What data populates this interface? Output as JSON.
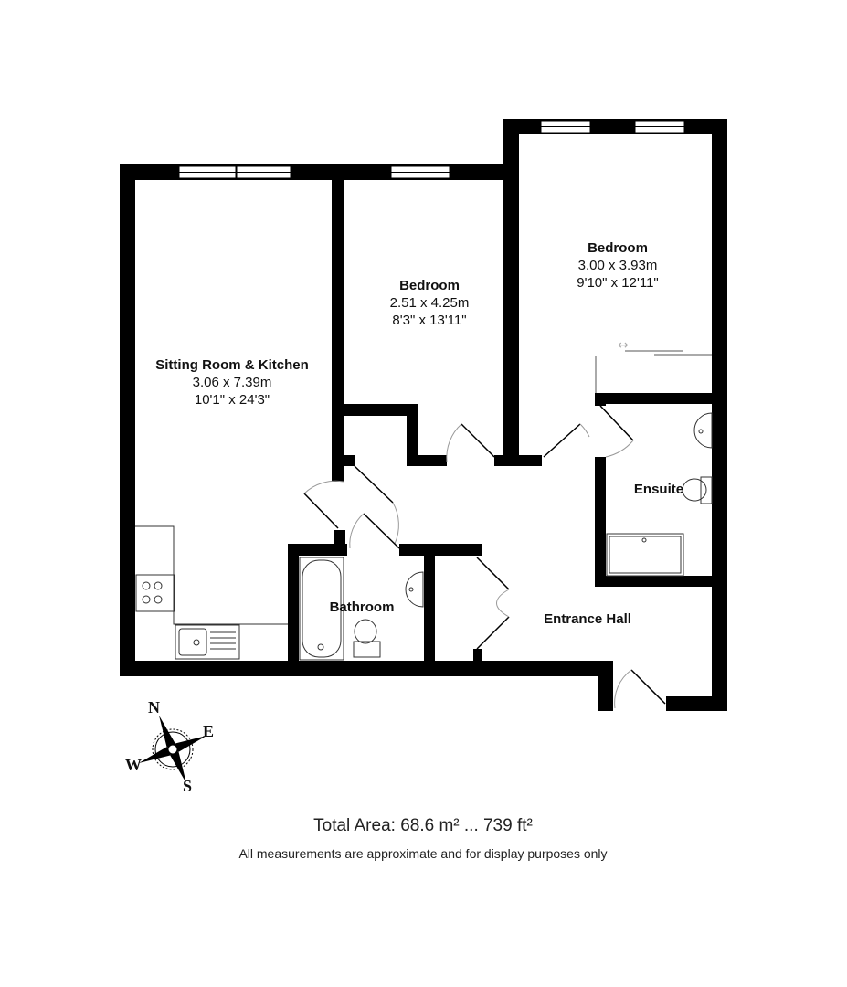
{
  "floorplan": {
    "rooms": [
      {
        "id": "sitting-room",
        "name": "Sitting Room & Kitchen",
        "metric": "3.06 x 7.39m",
        "imperial": "10'1\" x 24'3\""
      },
      {
        "id": "bedroom-1",
        "name": "Bedroom",
        "metric": "2.51 x 4.25m",
        "imperial": "8'3\" x 13'11\""
      },
      {
        "id": "bedroom-2",
        "name": "Bedroom",
        "metric": "3.00 x 3.93m",
        "imperial": "9'10\" x 12'11\""
      },
      {
        "id": "ensuite",
        "name": "Ensuite"
      },
      {
        "id": "bathroom",
        "name": "Bathroom"
      },
      {
        "id": "entrance-hall",
        "name": "Entrance Hall"
      }
    ],
    "compass": {
      "n": "N",
      "e": "E",
      "s": "S",
      "w": "W"
    },
    "wall_color": "#000000"
  },
  "footer": {
    "total_area": "Total Area: 68.6 m² ... 739 ft²",
    "disclaimer": "All measurements are approximate and for display purposes only"
  }
}
